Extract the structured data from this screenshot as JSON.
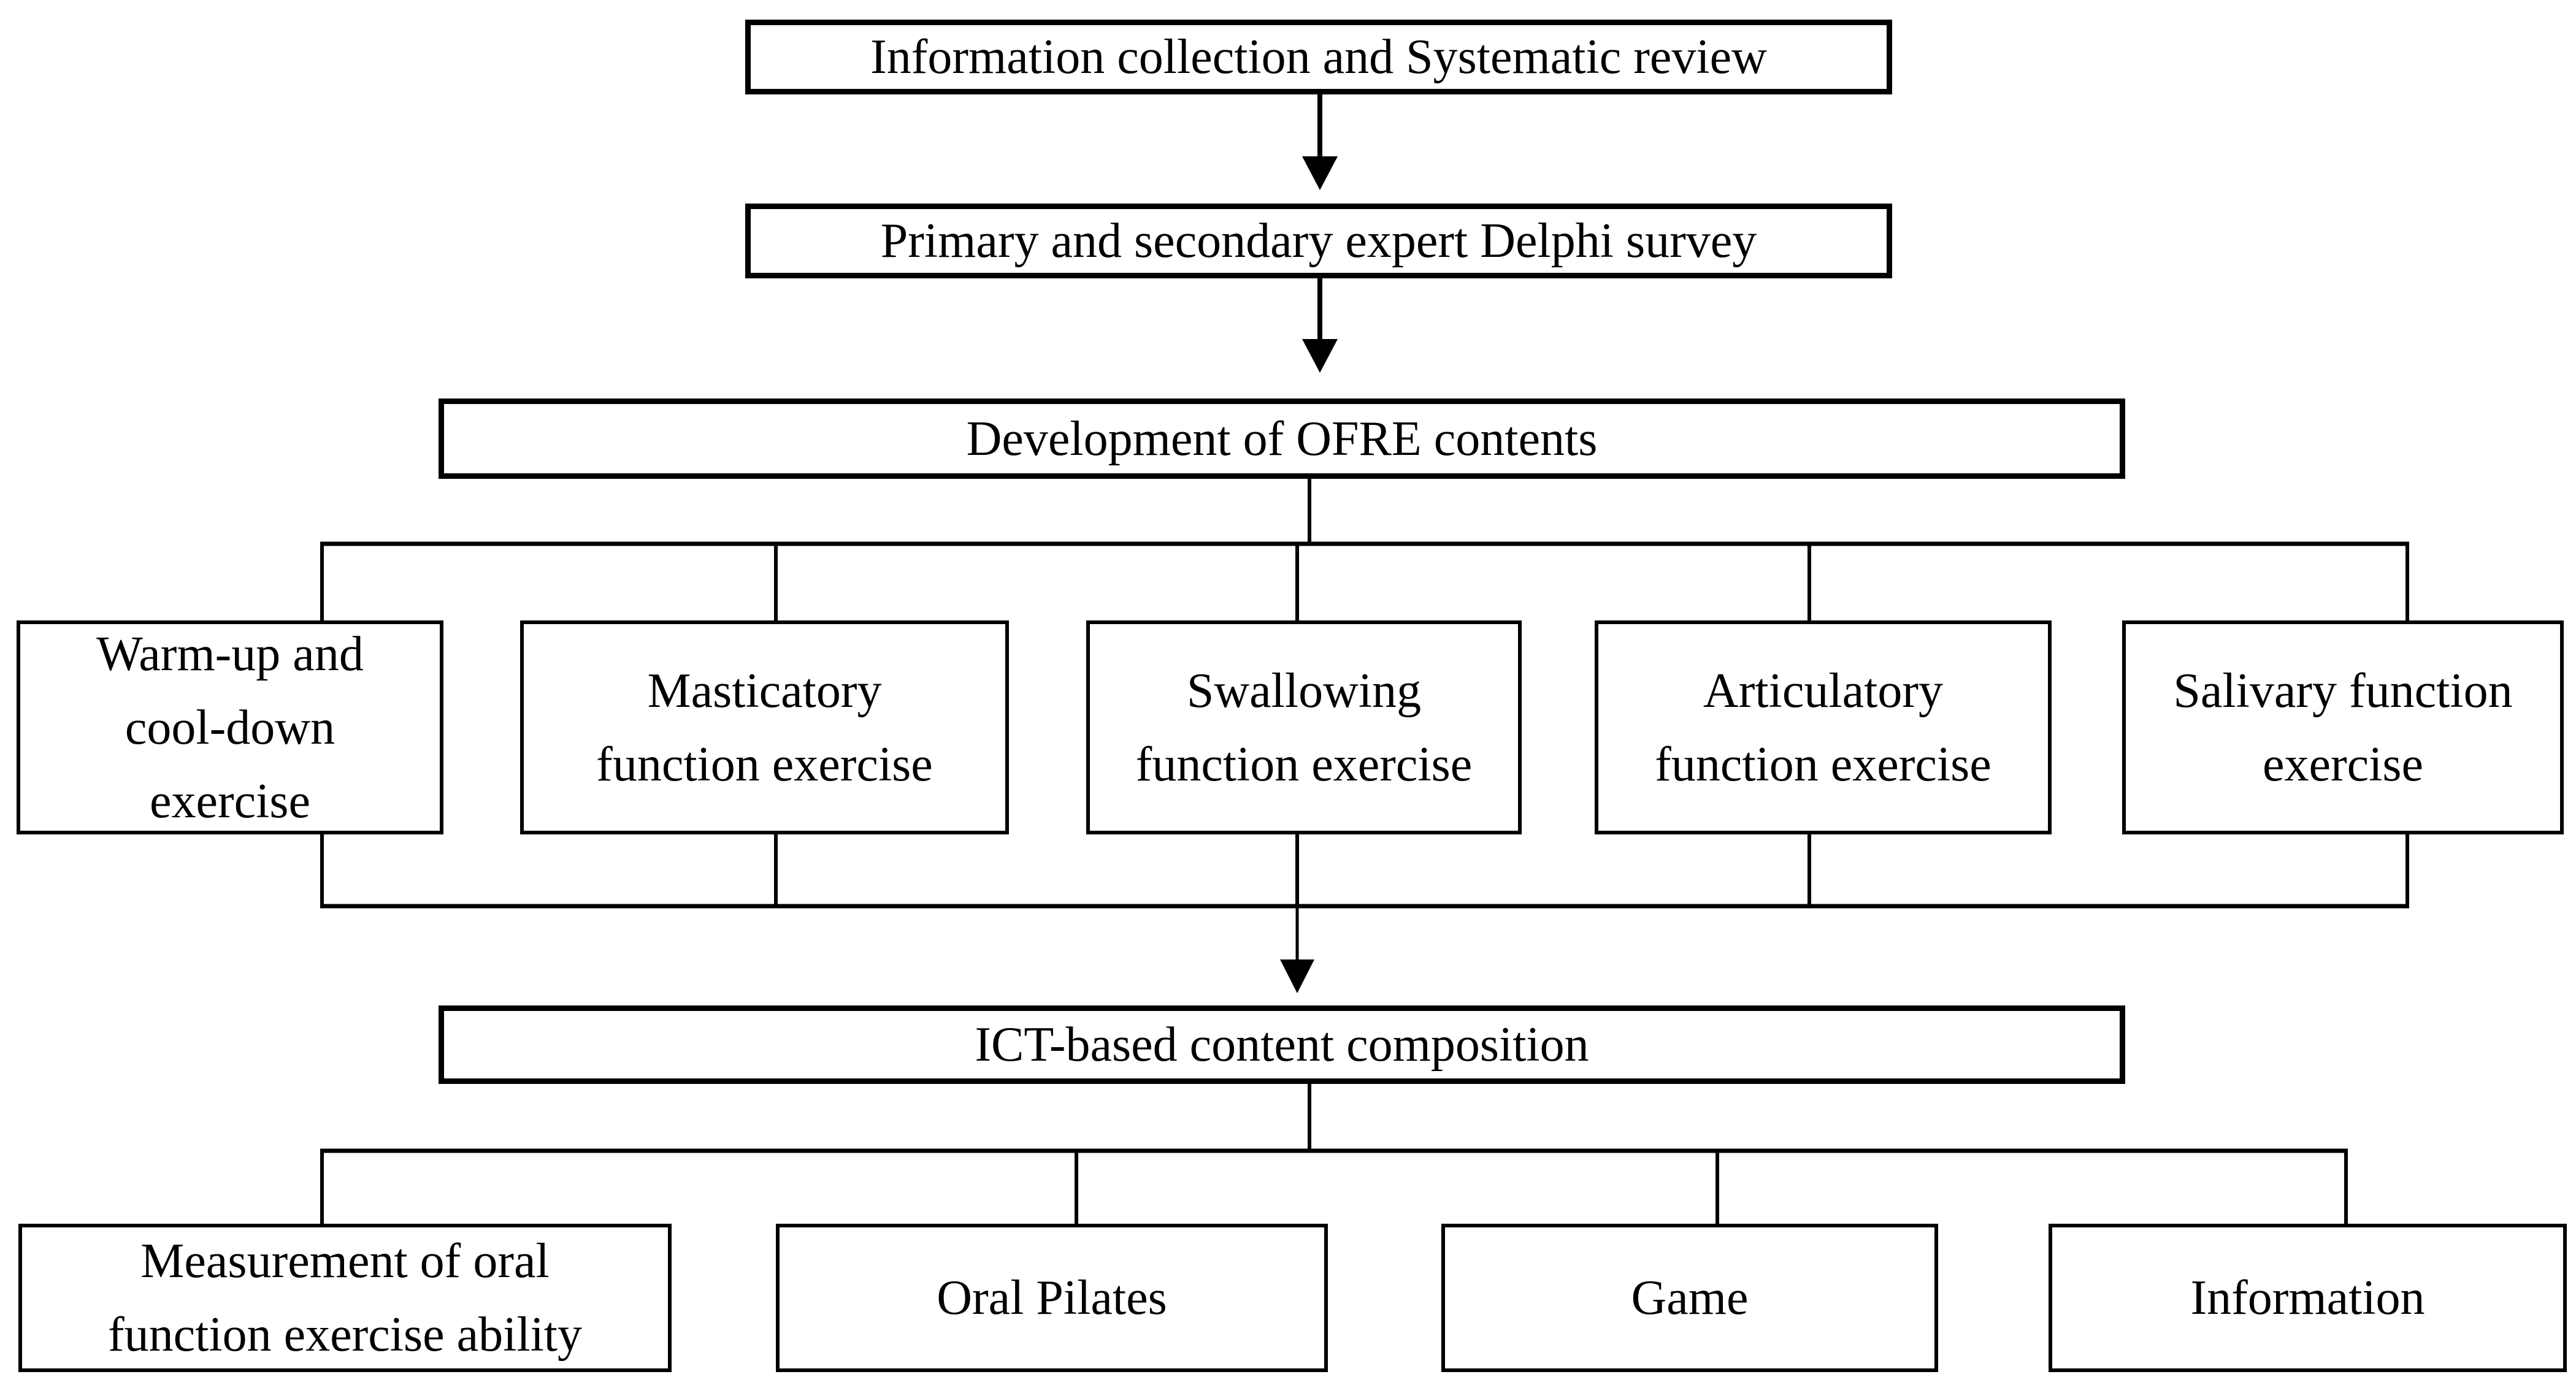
{
  "diagram": {
    "title": "OFRE development process flowchart",
    "colors": {
      "line": "#000000",
      "box_background": "#ffffff",
      "text": "#000000"
    },
    "nodes": {
      "step1": {
        "label": "Information collection and Systematic review"
      },
      "step2": {
        "label": "Primary and secondary expert Delphi survey"
      },
      "step3": {
        "label": "Development of OFRE contents"
      },
      "exercise1": {
        "label": "Warm-up and\ncool-down\nexercise"
      },
      "exercise2": {
        "label": "Masticatory\nfunction exercise"
      },
      "exercise3": {
        "label": "Swallowing\nfunction exercise"
      },
      "exercise4": {
        "label": "Articulatory\nfunction exercise"
      },
      "exercise5": {
        "label": "Salivary function\nexercise"
      },
      "step4": {
        "label": "ICT-based content composition"
      },
      "component1": {
        "label": "Measurement of oral\nfunction exercise ability"
      },
      "component2": {
        "label": "Oral Pilates"
      },
      "component3": {
        "label": "Game"
      },
      "component4": {
        "label": "Information"
      }
    }
  }
}
